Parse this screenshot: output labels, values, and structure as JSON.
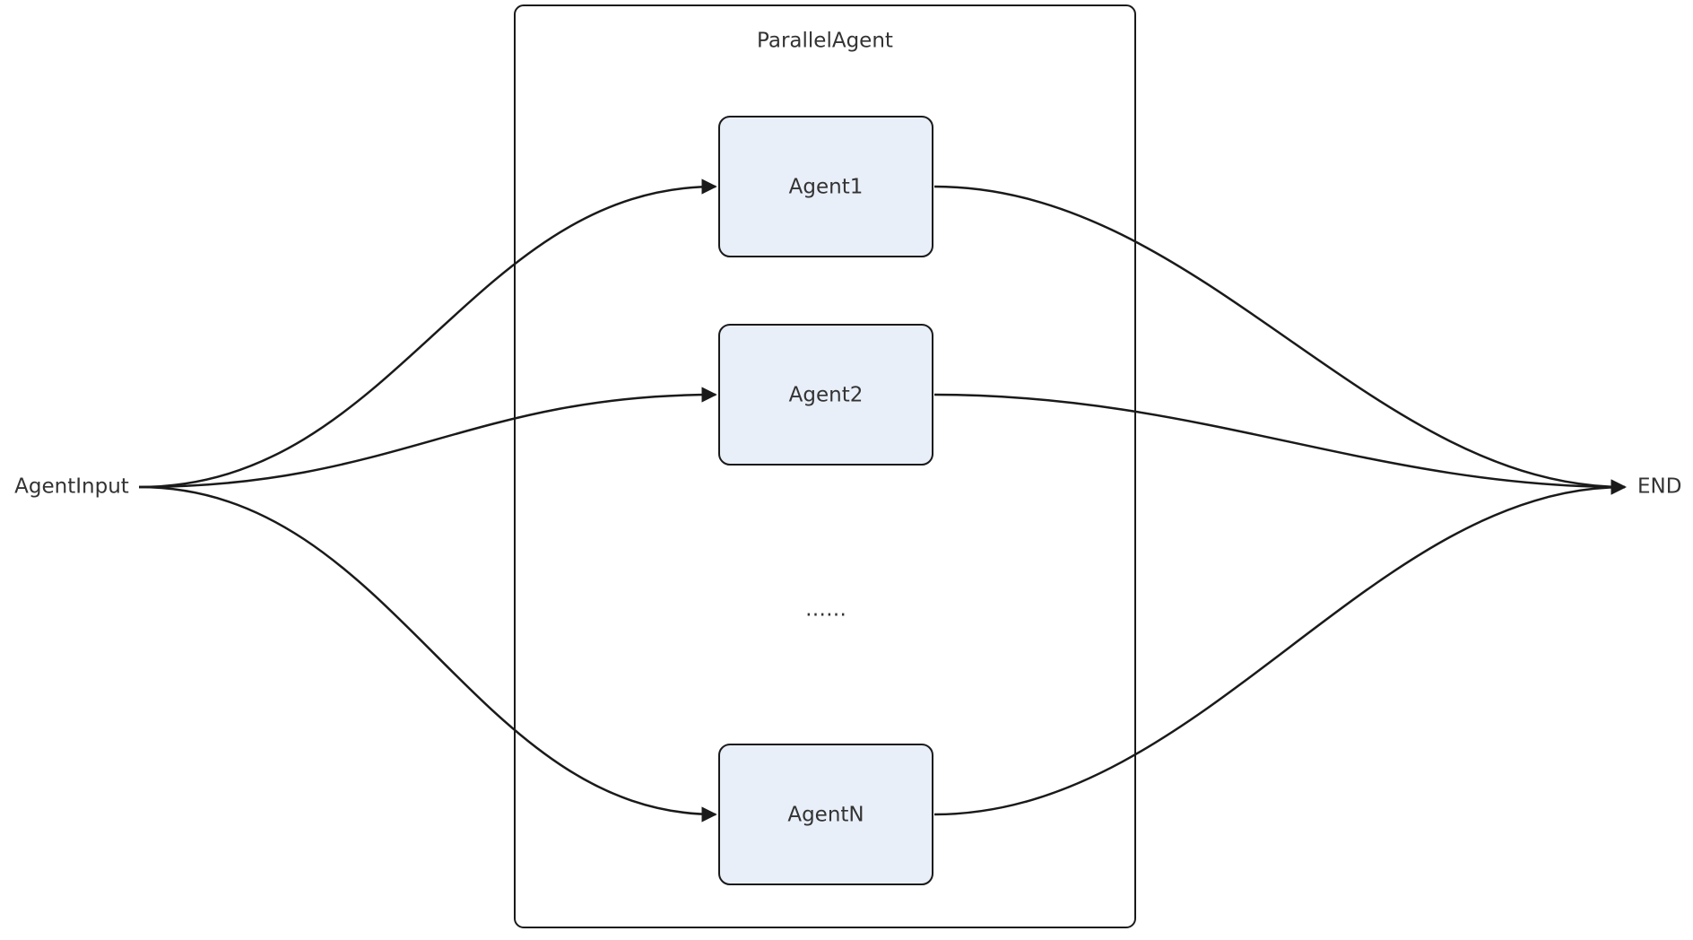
{
  "diagram": {
    "type": "flowchart",
    "direction": "left-to-right",
    "container": {
      "label": "ParallelAgent"
    },
    "nodes": {
      "input": {
        "label": "AgentInput"
      },
      "agent1": {
        "label": "Agent1"
      },
      "agent2": {
        "label": "Agent2"
      },
      "ellipsis": {
        "label": "……"
      },
      "agentN": {
        "label": "AgentN"
      },
      "end": {
        "label": "END"
      }
    },
    "edges": [
      {
        "from": "AgentInput",
        "to": "Agent1"
      },
      {
        "from": "AgentInput",
        "to": "Agent2"
      },
      {
        "from": "AgentInput",
        "to": "AgentN"
      },
      {
        "from": "Agent1",
        "to": "END"
      },
      {
        "from": "Agent2",
        "to": "END"
      },
      {
        "from": "AgentN",
        "to": "END"
      }
    ],
    "colors": {
      "background": "#ffffff",
      "node_fill": "#e9eff8",
      "node_stroke": "#1a1a1a",
      "container_stroke": "#1a1a1a",
      "edge_color": "#1a1a1a",
      "arrowhead": "#1a1a1a",
      "text_color": "#333333"
    }
  }
}
